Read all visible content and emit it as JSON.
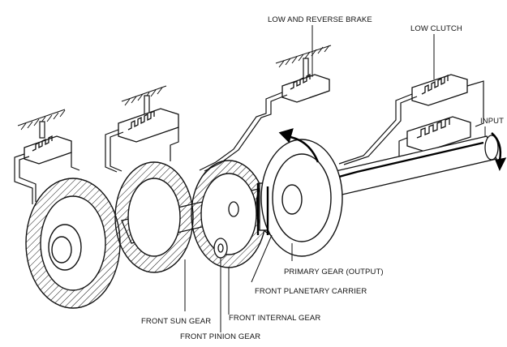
{
  "labels": {
    "low_reverse_brake": "LOW AND REVERSE BRAKE",
    "low_clutch": "LOW CLUTCH",
    "input": "INPUT",
    "primary_gear_output": "PRIMARY GEAR (OUTPUT)",
    "front_planetary_carrier": "FRONT PLANETARY CARRIER",
    "front_internal_gear": "FRONT INTERNAL GEAR",
    "front_sun_gear": "FRONT SUN GEAR",
    "front_pinion_gear": "FRONT PINION GEAR"
  },
  "colors": {
    "line": "#111111",
    "background": "#ffffff",
    "power_flow": "#000000"
  }
}
